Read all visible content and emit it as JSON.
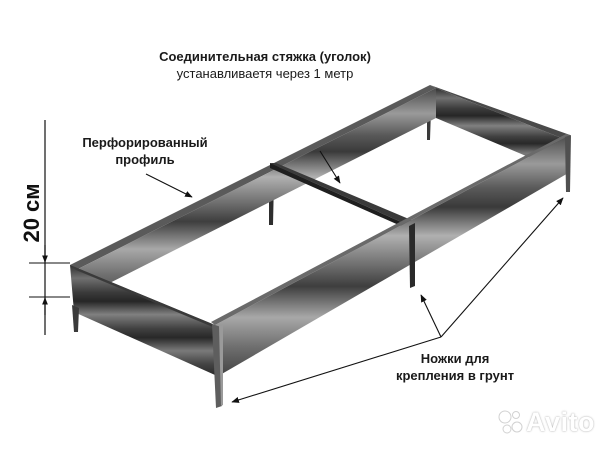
{
  "diagram": {
    "subject": "raised garden bed frame",
    "colors": {
      "background": "#ffffff",
      "metal_dark": "#3a3a3a",
      "metal_mid": "#7a7a7a",
      "metal_light": "#b5b5b5",
      "line": "#111111"
    }
  },
  "labels": {
    "crossbar_title": "Соединительная стяжка (уголок)",
    "crossbar_subtitle": "устанавливаетя через 1 метр",
    "profile_line1": "Перфорированный",
    "profile_line2": "профиль",
    "legs_line1": "Ножки для",
    "legs_line2": "крепления в грунт"
  },
  "dimension": {
    "value_label": "20 см"
  },
  "watermark": {
    "text": "Avito"
  }
}
